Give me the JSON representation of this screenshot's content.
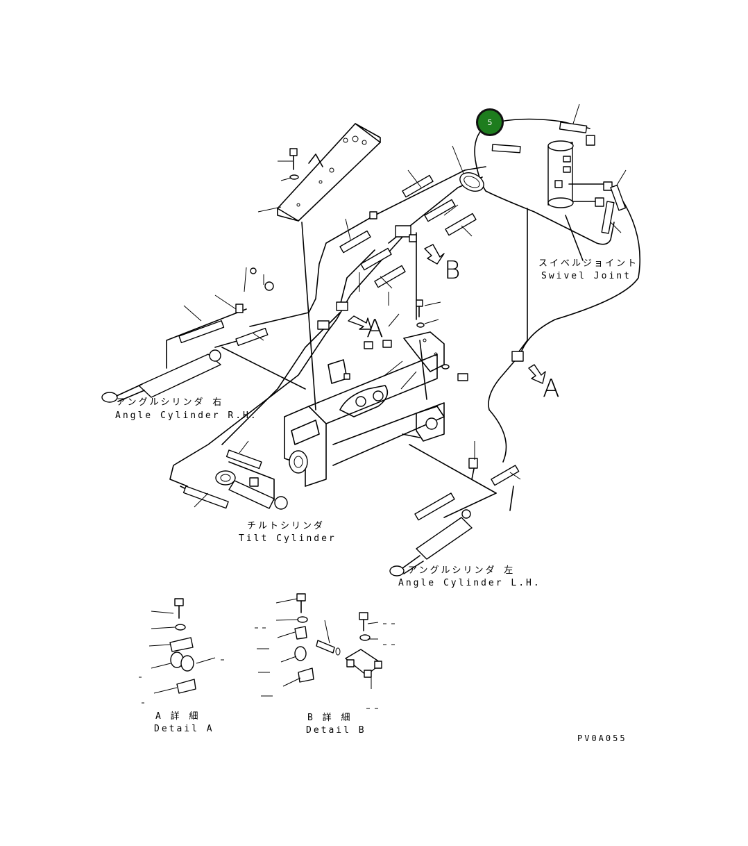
{
  "callout": {
    "number": "5"
  },
  "labels": {
    "swivel_joint_jp": "スイベルジョイント",
    "swivel_joint_en": "Swivel Joint",
    "angle_rh_jp": "アングルシリンダ 右",
    "angle_rh_en": "Angle Cylinder R.H.",
    "tilt_jp": "チルトシリンダ",
    "tilt_en": "Tilt Cylinder",
    "angle_lh_jp": "アングルシリンダ 左",
    "angle_lh_en": "Angle Cylinder L.H.",
    "detail_a_jp": "A 詳 細",
    "detail_a_en": "Detail A",
    "detail_b_jp": "B 詳 細",
    "detail_b_en": "Detail B",
    "drawing_code": "PV0A055"
  },
  "view_markers": {
    "a_upper": "A",
    "a_right": "A",
    "b": "B"
  }
}
